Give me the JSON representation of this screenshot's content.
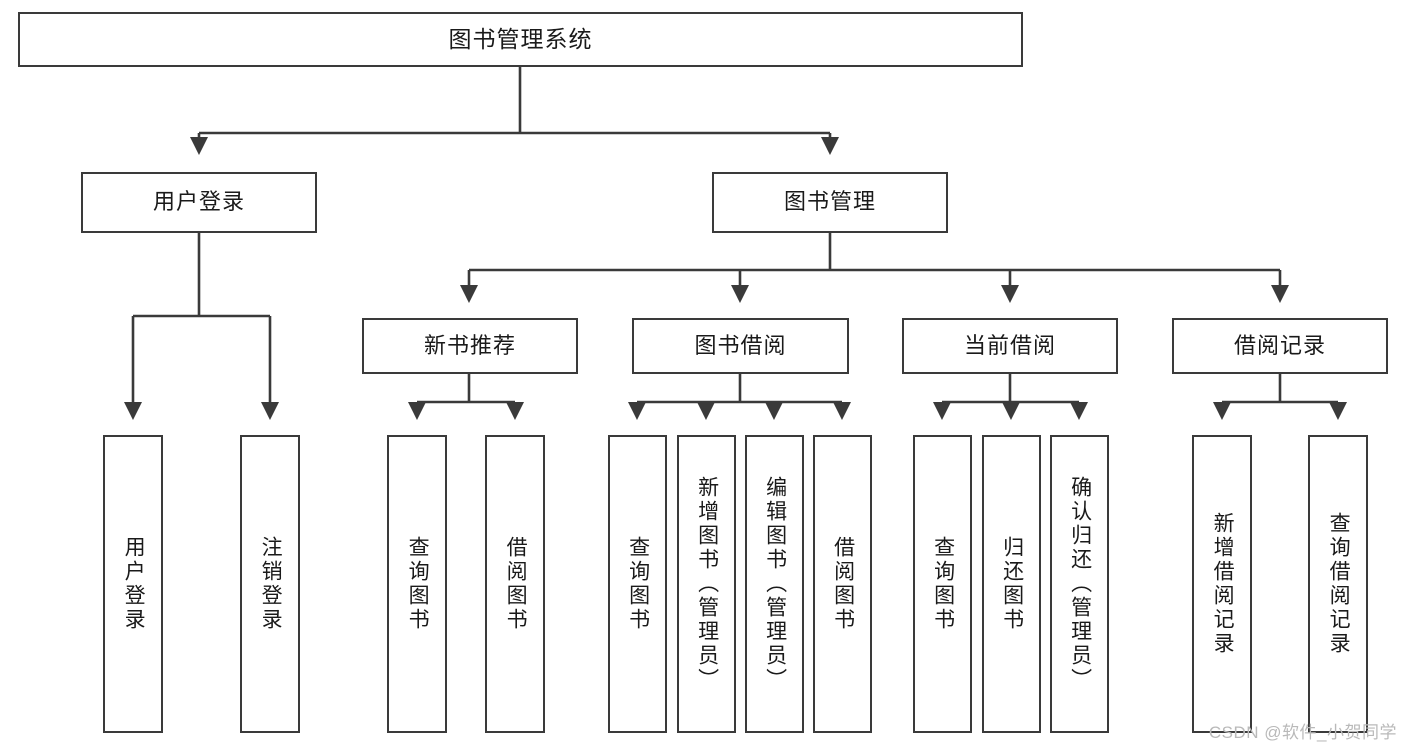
{
  "diagram": {
    "type": "tree",
    "title": "图书管理系统",
    "watermark": "CSDN @软件_小贺同学",
    "colors": {
      "box_border": "#3a3a3a",
      "box_fill": "#ffffff",
      "line": "#3a3a3a",
      "text": "#1a1a1a",
      "watermark": "#b9b9b9"
    },
    "levels": {
      "root": {
        "label": "图书管理系统"
      },
      "level2": [
        {
          "label": "用户登录"
        },
        {
          "label": "图书管理"
        }
      ],
      "level3": [
        {
          "label": "新书推荐"
        },
        {
          "label": "图书借阅"
        },
        {
          "label": "当前借阅"
        },
        {
          "label": "借阅记录"
        }
      ],
      "leaves": [
        {
          "label": "用户登录",
          "parent": "用户登录"
        },
        {
          "label": "注销登录",
          "parent": "用户登录"
        },
        {
          "label": "查询图书",
          "parent": "新书推荐"
        },
        {
          "label": "借阅图书",
          "parent": "新书推荐"
        },
        {
          "label": "查询图书",
          "parent": "图书借阅"
        },
        {
          "label": "新增图书（管理员）",
          "parent": "图书借阅"
        },
        {
          "label": "编辑图书（管理员）",
          "parent": "图书借阅"
        },
        {
          "label": "借阅图书",
          "parent": "图书借阅"
        },
        {
          "label": "查询图书",
          "parent": "当前借阅"
        },
        {
          "label": "归还图书",
          "parent": "当前借阅"
        },
        {
          "label": "确认归还（管理员）",
          "parent": "当前借阅"
        },
        {
          "label": "新增借阅记录",
          "parent": "借阅记录"
        },
        {
          "label": "查询借阅记录",
          "parent": "借阅记录"
        }
      ]
    }
  }
}
